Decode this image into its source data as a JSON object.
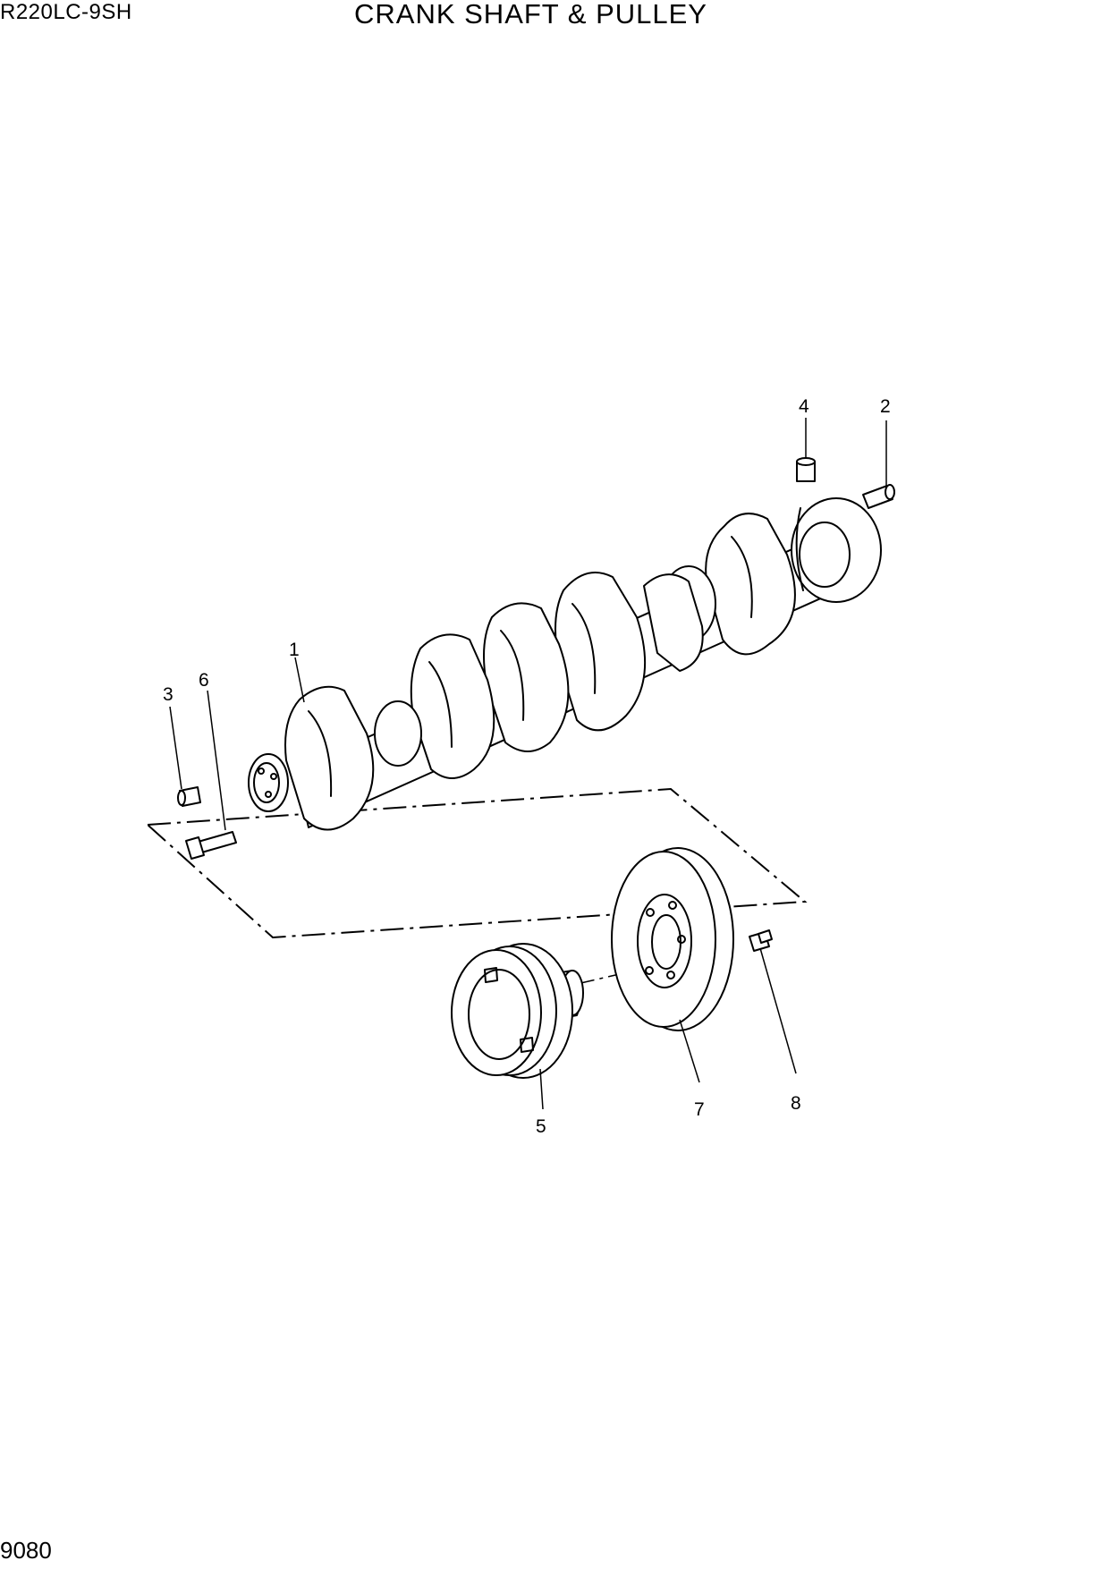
{
  "header": {
    "model_code": "R220LC-9SH",
    "title": "CRANK SHAFT & PULLEY"
  },
  "footer": {
    "page_number": "9080"
  },
  "diagram": {
    "callouts": [
      {
        "id": "1",
        "label": "1"
      },
      {
        "id": "2",
        "label": "2"
      },
      {
        "id": "3",
        "label": "3"
      },
      {
        "id": "4",
        "label": "4"
      },
      {
        "id": "5",
        "label": "5"
      },
      {
        "id": "6",
        "label": "6"
      },
      {
        "id": "7",
        "label": "7"
      },
      {
        "id": "8",
        "label": "8"
      }
    ],
    "parts": [
      "crankshaft",
      "pin-2",
      "pin-3",
      "pin-4",
      "pulley-5",
      "bolt-6",
      "damper-7",
      "bolt-8"
    ]
  }
}
